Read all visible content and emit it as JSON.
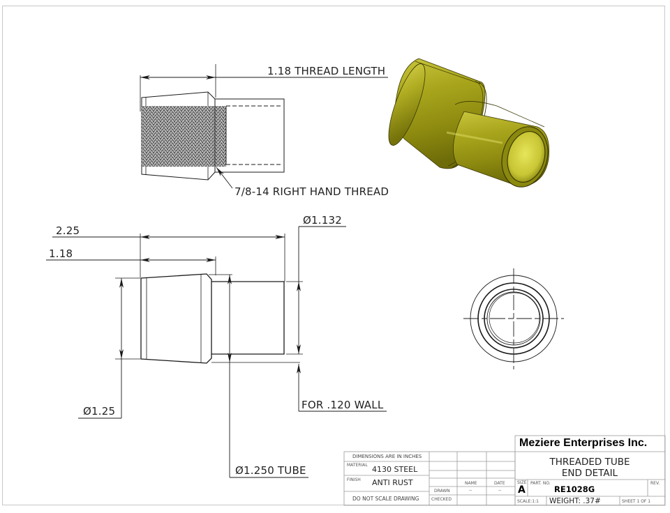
{
  "drawing": {
    "type": "engineering-drawing",
    "line_color": "#1a1a1a",
    "part_color": "#9c9a14",
    "part_color_light": "#c4c23a",
    "part_color_dark": "#5e5c08",
    "border_color": "#c8c8c8"
  },
  "top_view": {
    "thread_length_label": "1.18 THREAD LENGTH",
    "thread_callout": "7/8-14 RIGHT HAND THREAD"
  },
  "side_view": {
    "dim_overall_length": "2.25",
    "dim_taper_length": "1.18",
    "dim_small_diameter": "Ø1.132",
    "dim_large_diameter": "Ø1.25",
    "wall_note": "FOR .120 WALL",
    "tube_note": "Ø1.250 TUBE"
  },
  "views": {
    "isometric": "3d-shaded-view",
    "end_view": "end-detail-view"
  },
  "title_block": {
    "company": "Meziere Enterprises Inc.",
    "title_line1": "THREADED TUBE",
    "title_line2": "END DETAIL",
    "dimensions_note": "DIMENSIONS ARE IN INCHES",
    "material_label": "MATERIAL",
    "material_value": "4130 STEEL",
    "finish_label": "FINISH",
    "finish_value": "ANTI RUST",
    "scale_note": "DO NOT SCALE DRAWING",
    "name_header": "NAME",
    "date_header": "DATE",
    "drawn_label": "DRAWN",
    "drawn_name": "--",
    "drawn_date": "--",
    "checked_label": "CHECKED",
    "size_label": "SIZE",
    "size_value": "A",
    "part_no_label": "PART. NO.",
    "part_no_value": "RE1028G",
    "rev_label": "REV.",
    "scale_label": "SCALE:1:1",
    "weight_label": "WEIGHT: .37#",
    "sheet_label": "SHEET 1 OF 1"
  }
}
